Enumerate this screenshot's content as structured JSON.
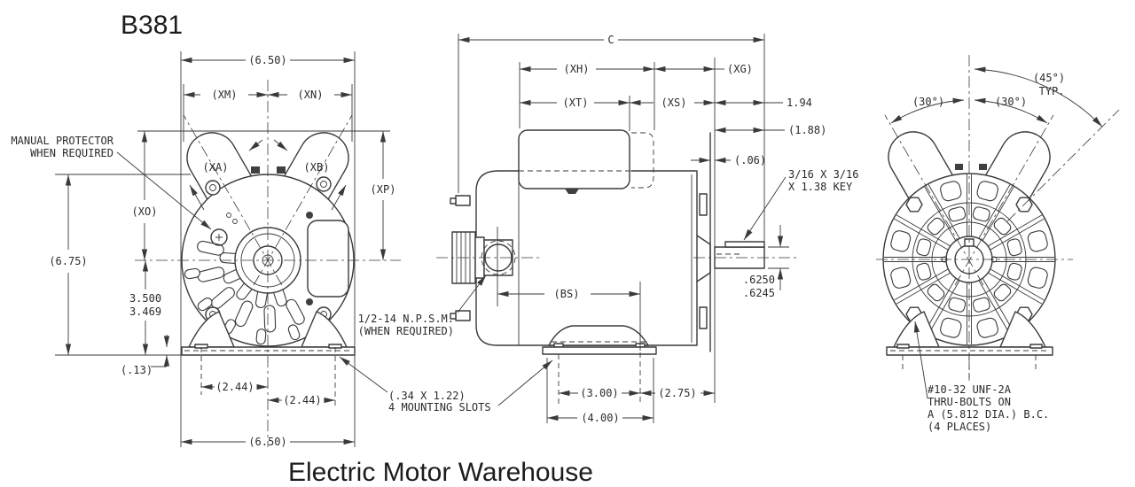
{
  "title": "B381",
  "footer": "Electric Motor Warehouse",
  "front": {
    "note_protector_1": "MANUAL PROTECTOR",
    "note_protector_2": "WHEN REQUIRED",
    "dim_width_top": "(6.50)",
    "dim_xm": "(XM)",
    "dim_xn": "(XN)",
    "dim_xa": "(XA)",
    "dim_xb": "(XB)",
    "dim_xp": "(XP)",
    "dim_xo": "(XO)",
    "dim_height": "(6.75)",
    "dim_shaft_height_1": "3.500",
    "dim_shaft_height_2": "3.469",
    "dim_base_thickness": "(.13)",
    "dim_foot_left": "(2.44)",
    "dim_foot_right": "(2.44)",
    "dim_width_bottom": "(6.50)",
    "note_slots_1": "(.34 X 1.22)",
    "note_slots_2": "4 MOUNTING SLOTS"
  },
  "side": {
    "dim_c": "C",
    "dim_xh": "(XH)",
    "dim_xg": "(XG)",
    "dim_xt": "(XT)",
    "dim_xs": "(XS)",
    "dim_shaft_len": "1.94",
    "dim_shaft_len2": "(1.88)",
    "dim_gap": "(.06)",
    "note_key_1": "3/16 X 3/16",
    "note_key_2": "X 1.38 KEY",
    "dim_shaft_dia_1": ".6250",
    "dim_shaft_dia_2": ".6245",
    "dim_bs": "(BS)",
    "note_npsm_1": "1/2-14 N.P.S.M.",
    "note_npsm_2": "(WHEN REQUIRED)",
    "dim_foot_3": "(3.00)",
    "dim_foot_275": "(2.75)",
    "dim_foot_4": "(4.00)"
  },
  "rear": {
    "dim_45_1": "(45°)",
    "dim_45_2": "TYP.",
    "dim_30_left": "(30°)",
    "dim_30_right": "(30°)",
    "note_bolts_1": "#10-32 UNF-2A",
    "note_bolts_2": "THRU-BOLTS ON",
    "note_bolts_3": "A (5.812 DIA.) B.C.",
    "note_bolts_4": "(4 PLACES)"
  }
}
